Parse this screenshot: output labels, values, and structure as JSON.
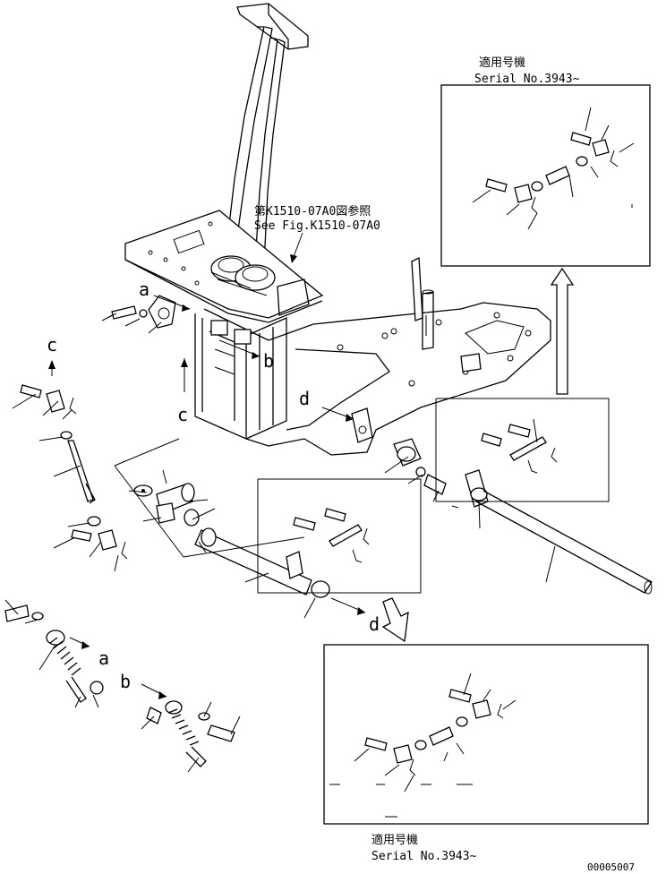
{
  "serial_top": {
    "ja": "適用号機",
    "en": "Serial No.3943~"
  },
  "serial_bottom": {
    "ja": "適用号機",
    "en": "Serial No.3943~"
  },
  "reference": {
    "ja": "第K1510-07A0図参照",
    "en": "See Fig.K1510-07A0"
  },
  "callouts": {
    "a1": "a",
    "b1": "b",
    "c1": "c",
    "c2": "c",
    "d1": "d",
    "d2": "d",
    "a2": "a",
    "b2": "b"
  },
  "figure_code": "00005007"
}
